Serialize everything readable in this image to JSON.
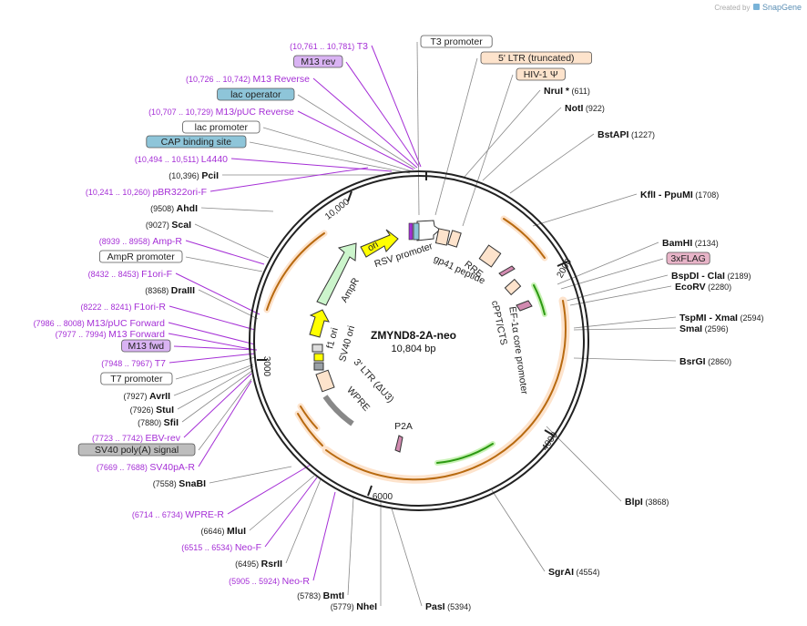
{
  "header": {
    "created_by": "Created by",
    "brand": "SnapGene"
  },
  "plasmid": {
    "name": "ZMYND8-2A-neo",
    "size": "10,804 bp",
    "length_bp": 10804
  },
  "ticks": [
    "10,000",
    "2000",
    "3000",
    "4000",
    "6000"
  ],
  "map_labels": {
    "ori": "ori",
    "rsv_promoter": "RSV promoter",
    "ampr": "AmpR",
    "f1_ori": "f1 ori",
    "sv40_ori": "SV40 ori",
    "gp41_peptide": "gp41 peptide",
    "rre": "RRE",
    "cppt_cts": "cPPT/CTS",
    "ef1a": "EF-1α core promoter",
    "ltr3": "3' LTR (ΔU3)",
    "wpre": "WPRE",
    "p2a": "P2A"
  },
  "features": [
    {
      "label": "T3",
      "range": "(10,761 .. 10,781)",
      "kind": "primer"
    },
    {
      "label": "M13 rev",
      "kind": "primer-box"
    },
    {
      "label": "M13 Reverse",
      "range": "(10,726 .. 10,742)",
      "kind": "primer"
    },
    {
      "label": "lac operator",
      "kind": "feature-box"
    },
    {
      "label": "M13/pUC Reverse",
      "range": "(10,707 .. 10,729)",
      "kind": "primer"
    },
    {
      "label": "lac promoter",
      "kind": "plain-box"
    },
    {
      "label": "CAP binding site",
      "kind": "feature-box"
    },
    {
      "label": "L4440",
      "range": "(10,494 .. 10,511)",
      "kind": "primer"
    },
    {
      "label": "PciI",
      "range": "(10,396)",
      "kind": "enzyme"
    },
    {
      "label": "pBR322ori-F",
      "range": "(10,241 .. 10,260)",
      "kind": "primer"
    },
    {
      "label": "AhdI",
      "range": "(9508)",
      "kind": "enzyme"
    },
    {
      "label": "ScaI",
      "range": "(9027)",
      "kind": "enzyme"
    },
    {
      "label": "Amp-R",
      "range": "(8939 .. 8958)",
      "kind": "primer"
    },
    {
      "label": "AmpR promoter",
      "kind": "plain-box"
    },
    {
      "label": "F1ori-F",
      "range": "(8432 .. 8453)",
      "kind": "primer"
    },
    {
      "label": "DraIII",
      "range": "(8368)",
      "kind": "enzyme"
    },
    {
      "label": "F1ori-R",
      "range": "(8222 .. 8241)",
      "kind": "primer"
    },
    {
      "label": "M13/pUC Forward",
      "range": "(7986 .. 8008)",
      "kind": "primer"
    },
    {
      "label": "M13 Forward",
      "range": "(7977 .. 7994)",
      "kind": "primer"
    },
    {
      "label": "M13 fwd",
      "kind": "primer-box"
    },
    {
      "label": "T7",
      "range": "(7948 .. 7967)",
      "kind": "primer"
    },
    {
      "label": "T7 promoter",
      "kind": "plain-box"
    },
    {
      "label": "AvrII",
      "range": "(7927)",
      "kind": "enzyme"
    },
    {
      "label": "StuI",
      "range": "(7926)",
      "kind": "enzyme"
    },
    {
      "label": "SfiI",
      "range": "(7880)",
      "kind": "enzyme"
    },
    {
      "label": "EBV-rev",
      "range": "(7723 .. 7742)",
      "kind": "primer"
    },
    {
      "label": "SV40 poly(A) signal",
      "kind": "gray-box"
    },
    {
      "label": "SV40pA-R",
      "range": "(7669 .. 7688)",
      "kind": "primer"
    },
    {
      "label": "SnaBI",
      "range": "(7558)",
      "kind": "enzyme"
    },
    {
      "label": "WPRE-R",
      "range": "(6714 .. 6734)",
      "kind": "primer"
    },
    {
      "label": "MluI",
      "range": "(6646)",
      "kind": "enzyme"
    },
    {
      "label": "Neo-F",
      "range": "(6515 .. 6534)",
      "kind": "primer"
    },
    {
      "label": "RsrII",
      "range": "(6495)",
      "kind": "enzyme"
    },
    {
      "label": "Neo-R",
      "range": "(5905 .. 5924)",
      "kind": "primer"
    },
    {
      "label": "BmtI",
      "range": "(5783)",
      "kind": "enzyme"
    },
    {
      "label": "NheI",
      "range": "(5779)",
      "kind": "enzyme"
    },
    {
      "label": "PasI",
      "range": "(5394)",
      "kind": "enzyme"
    },
    {
      "label": "SgrAI",
      "range": "(4554)",
      "kind": "enzyme"
    },
    {
      "label": "BlpI",
      "range": "(3868)",
      "kind": "enzyme"
    },
    {
      "label": "BsrGI",
      "range": "(2860)",
      "kind": "enzyme"
    },
    {
      "label": "TspMI - XmaI",
      "range": "(2594)",
      "kind": "enzyme"
    },
    {
      "label": "SmaI",
      "range": "(2596)",
      "kind": "enzyme"
    },
    {
      "label": "EcoRV",
      "range": "(2280)",
      "kind": "enzyme"
    },
    {
      "label": "BspDI - ClaI",
      "range": "(2189)",
      "kind": "enzyme"
    },
    {
      "label": "3xFLAG",
      "kind": "flag-box"
    },
    {
      "label": "BamHI",
      "range": "(2134)",
      "kind": "enzyme"
    },
    {
      "label": "KflI - PpuMI",
      "range": "(1708)",
      "kind": "enzyme"
    },
    {
      "label": "BstAPI",
      "range": "(1227)",
      "kind": "enzyme"
    },
    {
      "label": "NotI",
      "range": "(922)",
      "kind": "enzyme"
    },
    {
      "label": "NruI *",
      "range": "(611)",
      "kind": "enzyme"
    },
    {
      "label": "HIV-1 Ψ",
      "kind": "orange-box"
    },
    {
      "label": "5' LTR (truncated)",
      "kind": "orange-box"
    },
    {
      "label": "T3 promoter",
      "kind": "plain-box"
    }
  ],
  "colors": {
    "primer": "#a52fd6",
    "enzyme": "#111111",
    "orange": "#f0a030",
    "green": "#3fbf1f",
    "feature_box": "#8ec5d9",
    "primer_box": "#d9b3f3",
    "flag_box": "#e8b4c8",
    "orange_box": "#fde3cc",
    "gray_box": "#bdbdbd"
  }
}
